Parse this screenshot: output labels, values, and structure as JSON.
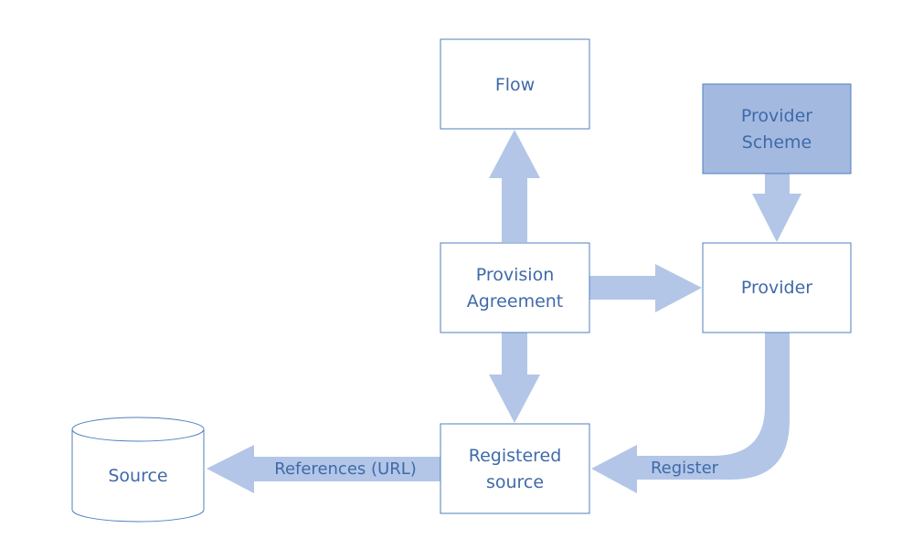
{
  "nodes": {
    "flow": {
      "label": "Flow"
    },
    "provider_scheme": {
      "line1": "Provider",
      "line2": "Scheme"
    },
    "provision_agreement": {
      "line1": "Provision",
      "line2": "Agreement"
    },
    "provider": {
      "label": "Provider"
    },
    "registered_source": {
      "line1": "Registered",
      "line2": "source"
    },
    "source": {
      "label": "Source"
    }
  },
  "edges": {
    "references": {
      "label": "References (URL)"
    },
    "register": {
      "label": "Register"
    }
  },
  "colors": {
    "arrow_fill": "#b3c6e7",
    "box_stroke": "#4f7fbf",
    "highlight_fill": "#a3b9e0",
    "text": "#3f6aa8"
  }
}
